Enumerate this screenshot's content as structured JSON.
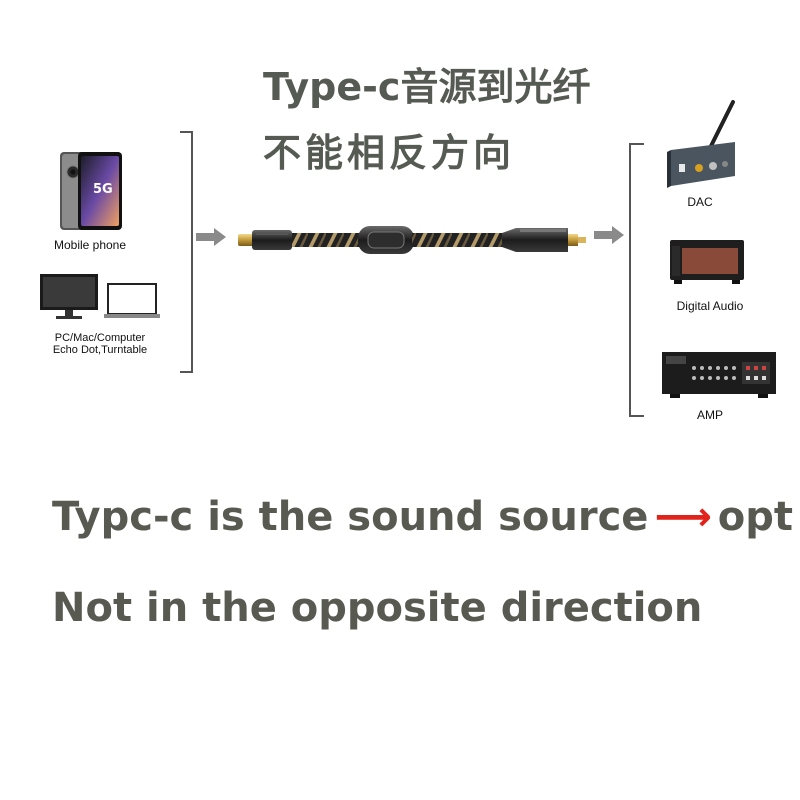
{
  "heading": {
    "line1": "Type-c音源到光纤",
    "line2": "不能相反方向"
  },
  "sources": {
    "phone_badge": "5G",
    "phone_label": "Mobile phone",
    "computer_label_line1": "PC/Mac/Computer",
    "computer_label_line2": "Echo Dot,Turntable"
  },
  "outputs": {
    "dac_label": "DAC",
    "digital_audio_label": "Digital Audio",
    "amp_label": "AMP"
  },
  "notes": {
    "line1_before": "Typc-c is the sound source",
    "line1_after": "opt",
    "line2": "Not in the opposite direction"
  },
  "colors": {
    "text_gray": "#585a52",
    "arrow_red": "#e0231b",
    "flow_arrow_gray": "#8a8a8a"
  },
  "icons": {
    "arrow_glyph": "⟶"
  }
}
